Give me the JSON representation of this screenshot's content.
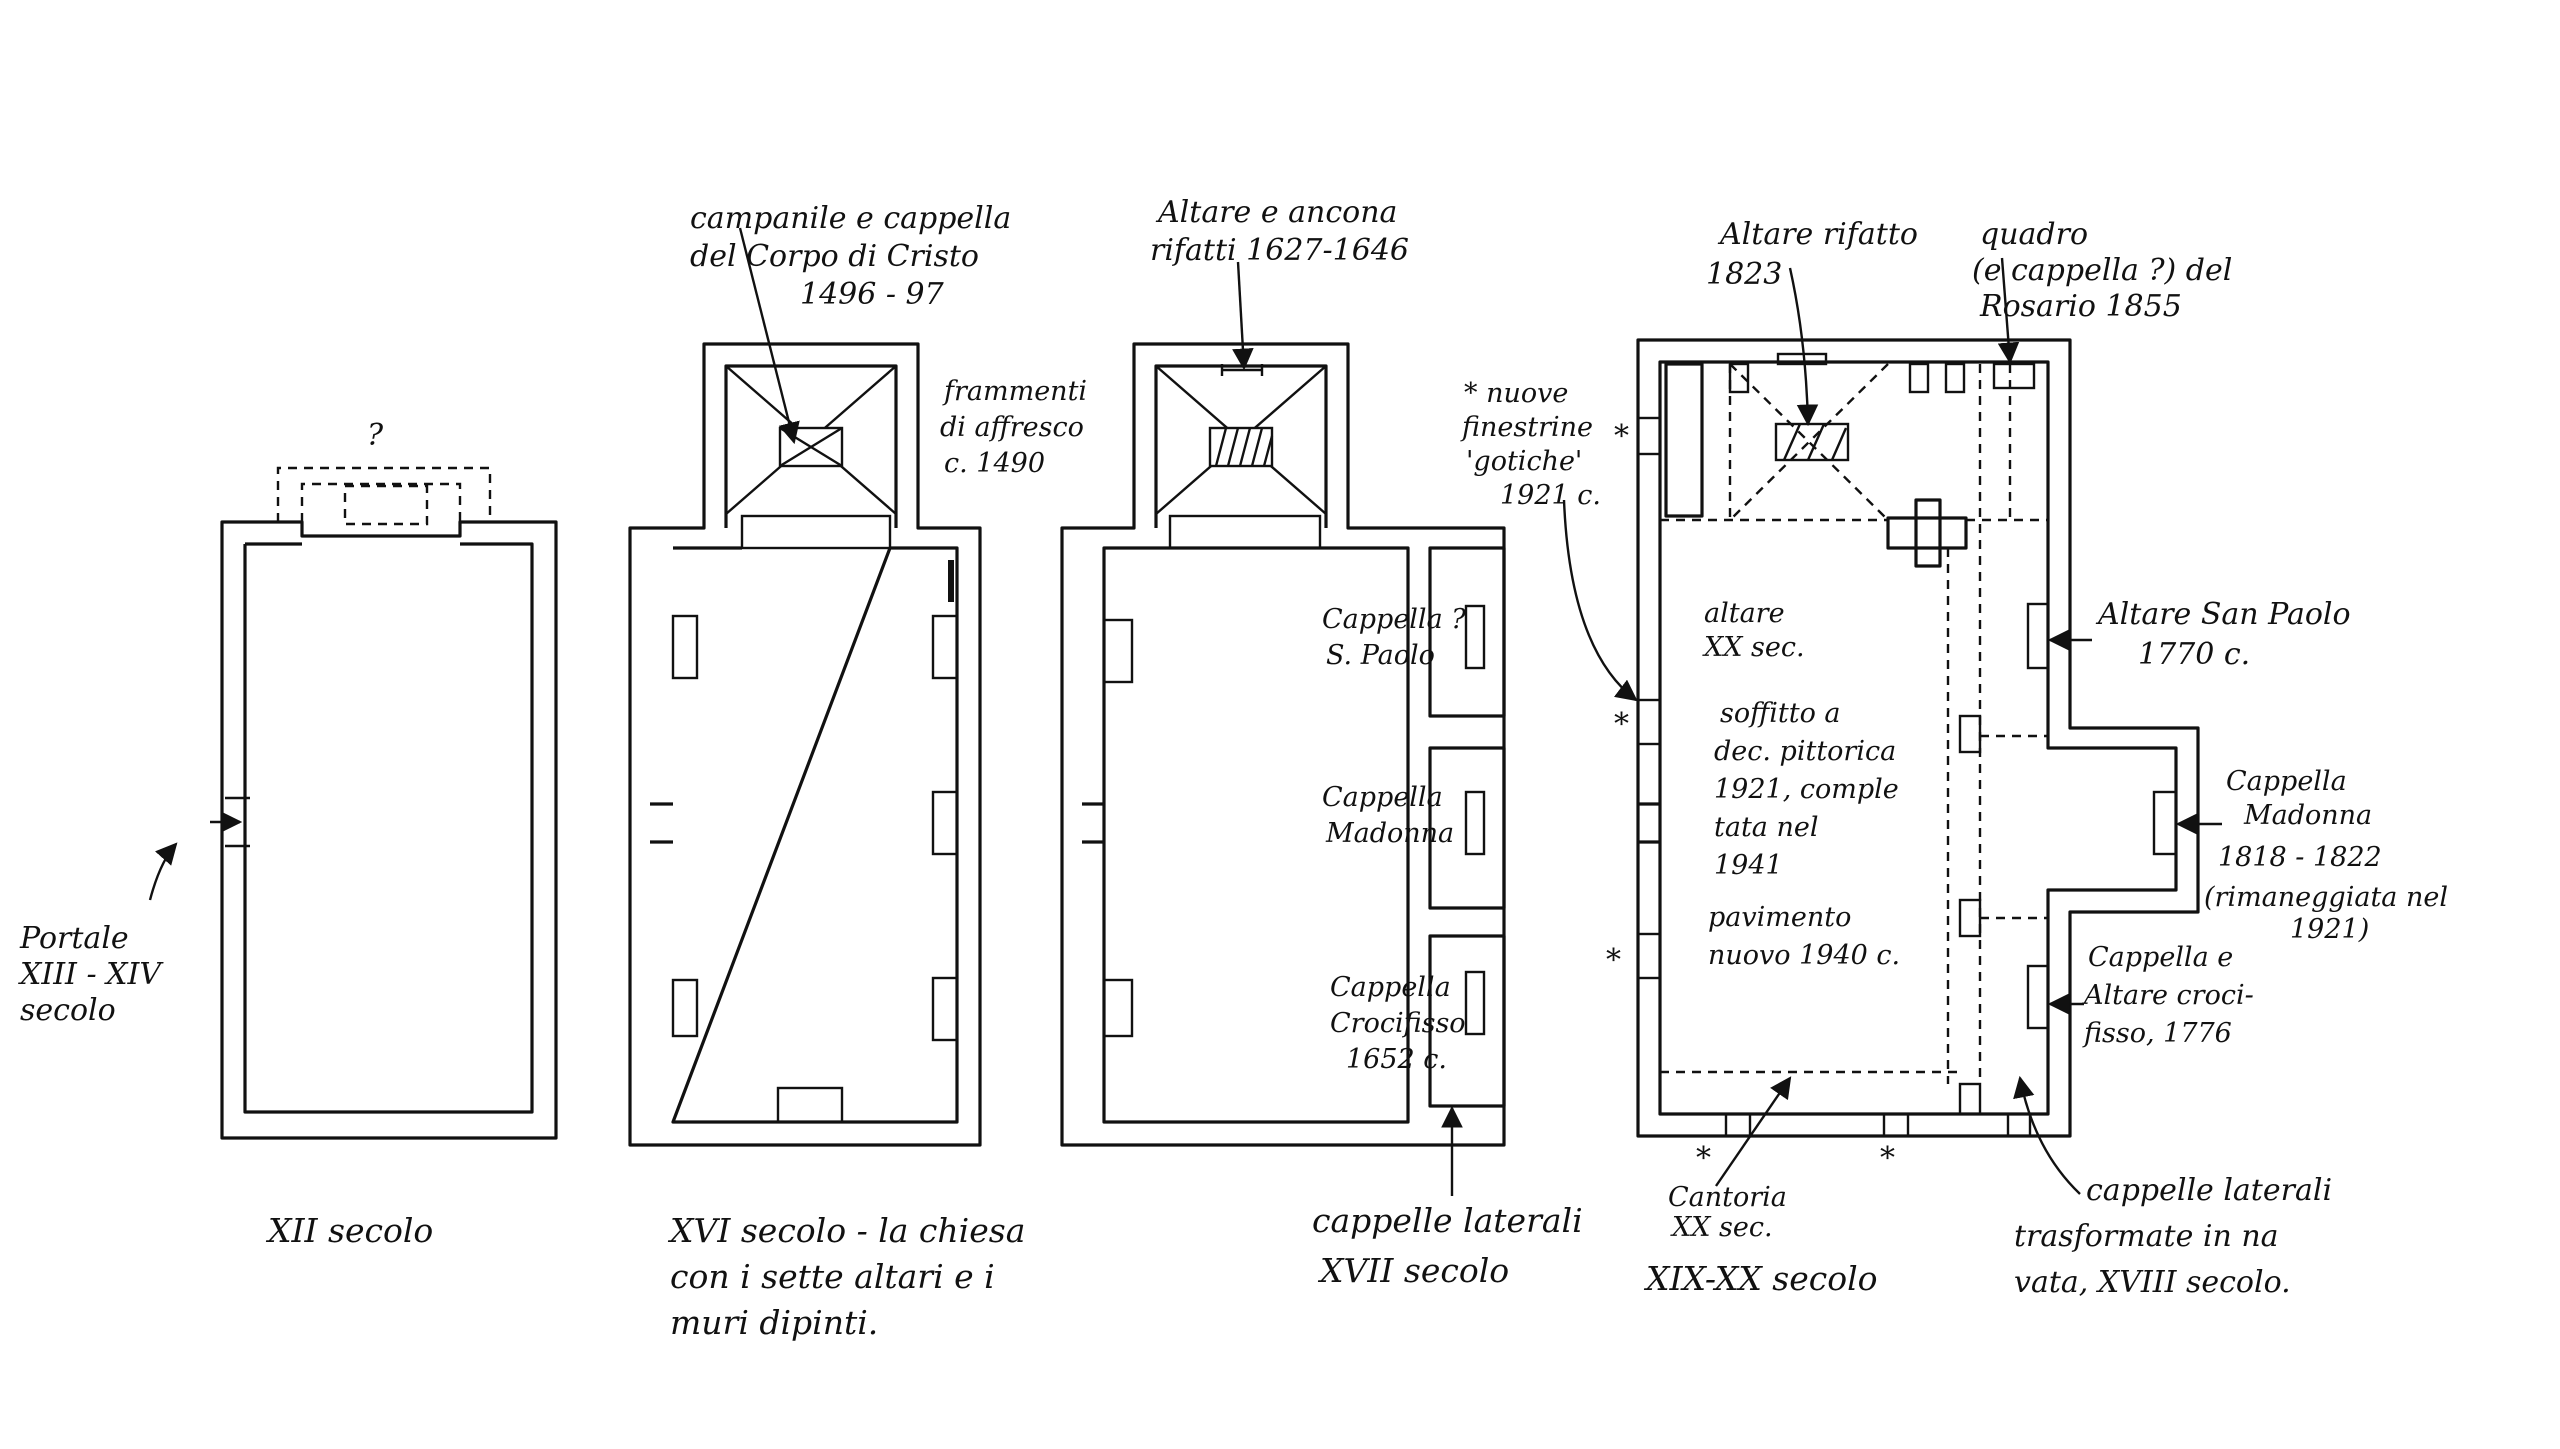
{
  "colors": {
    "ink": "#111111",
    "paper": "#ffffff"
  },
  "plans": {
    "p1": {
      "question": "?",
      "portale": [
        "Portale",
        "XIII - XIV",
        "secolo"
      ],
      "caption": "XII secolo"
    },
    "p2": {
      "campanile": [
        "campanile e cappella",
        "del Corpo di Cristo",
        "1496 - 97"
      ],
      "frammenti": [
        "frammenti",
        "di affresco",
        "c. 1490"
      ],
      "caption": [
        "XVI secolo - la chiesa",
        "con i sette altari e i",
        "muri dipinti."
      ]
    },
    "p3": {
      "altare": [
        "Altare e ancona",
        "rifatti 1627-1646"
      ],
      "cappella_paolo": [
        "Cappella ?",
        "S. Paolo"
      ],
      "cappella_madonna": [
        "Cappella",
        "Madonna"
      ],
      "cappella_crocifisso": [
        "Cappella",
        "Crocifisso",
        "1652 c."
      ],
      "caption": [
        "cappelle laterali",
        "XVII secolo"
      ]
    },
    "p4": {
      "altare_rifatto": [
        "Altare rifatto",
        "1823"
      ],
      "quadro": [
        "quadro",
        "(e cappella ?) del",
        "Rosario 1855"
      ],
      "finestrine": [
        "* nuove",
        "finestrine",
        "'gotiche'",
        "1921 c."
      ],
      "altare_xx": [
        "altare",
        "XX sec."
      ],
      "soffitto": [
        "soffitto a",
        "dec. pittorica",
        "1921, comple",
        "tata nel",
        "1941"
      ],
      "pavimento": [
        "pavimento",
        "nuovo 1940 c."
      ],
      "altare_paolo": [
        "Altare San Paolo",
        "1770 c."
      ],
      "cappella_madonna": [
        "Cappella",
        "Madonna",
        "1818 - 1822",
        "(rimaneggiata nel",
        "1921)"
      ],
      "cappella_altare": [
        "Cappella e",
        "Altare croci-",
        "fisso, 1776"
      ],
      "cantoria": [
        "Cantoria",
        "XX sec."
      ],
      "cappelle_trasf": [
        "cappelle laterali",
        "trasformate in na",
        "vata, XVIII secolo."
      ],
      "caption": "XIX-XX secolo",
      "star": "*"
    }
  }
}
